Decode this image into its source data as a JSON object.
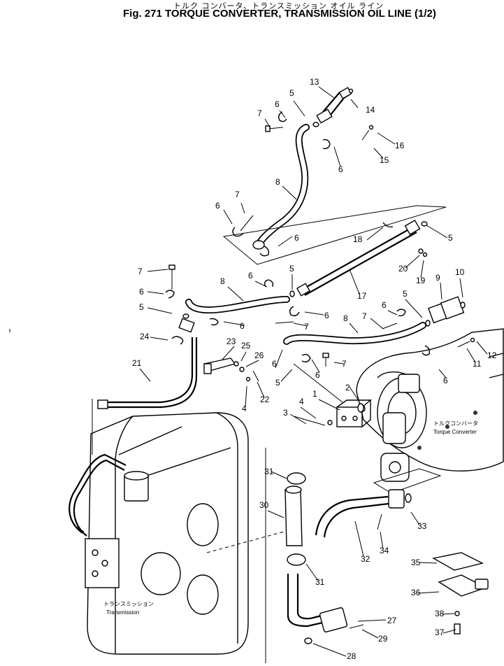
{
  "header": {
    "title_jp": "トルク コンバータ、トランスミッション オイル ライン",
    "title_en": "Fig. 271 TORQUE CONVERTER, TRANSMISSION OIL LINE (1/2)"
  },
  "callouts": {
    "c1": "1",
    "c2": "2",
    "c3": "3",
    "c4a": "4",
    "c4b": "4",
    "c5a": "5",
    "c5b": "5",
    "c5c": "5",
    "c5d": "5",
    "c5e": "5",
    "c5f": "5",
    "c6a": "6",
    "c6b": "6",
    "c6c": "6",
    "c6d": "6",
    "c6e": "6",
    "c6f": "6",
    "c6g": "6",
    "c6h": "6",
    "c6i": "6",
    "c6j": "6",
    "c6k": "6",
    "c6l": "6",
    "c7a": "7",
    "c7b": "7",
    "c7c": "7",
    "c7d": "7",
    "c7e": "7",
    "c7f": "7",
    "c8a": "8",
    "c8b": "8",
    "c8c": "8",
    "c9": "9",
    "c10": "10",
    "c11": "11",
    "c12": "12",
    "c13": "13",
    "c14": "14",
    "c15": "15",
    "c16": "16",
    "c17": "17",
    "c18": "18",
    "c19": "19",
    "c20": "20",
    "c21": "21",
    "c22": "22",
    "c23": "23",
    "c24": "24",
    "c25": "25",
    "c26": "26",
    "c27": "27",
    "c28": "28",
    "c29": "29",
    "c30": "30",
    "c31a": "31",
    "c31b": "31",
    "c32": "32",
    "c33": "33",
    "c34": "34",
    "c35": "35",
    "c36": "36",
    "c37": "37",
    "c38": "38"
  },
  "captions": {
    "torque_converter_jp": "トルクコンバータ",
    "torque_converter_en": "Torque Converter",
    "transmission_jp": "トランスミッション",
    "transmission_en": "Transmission"
  }
}
